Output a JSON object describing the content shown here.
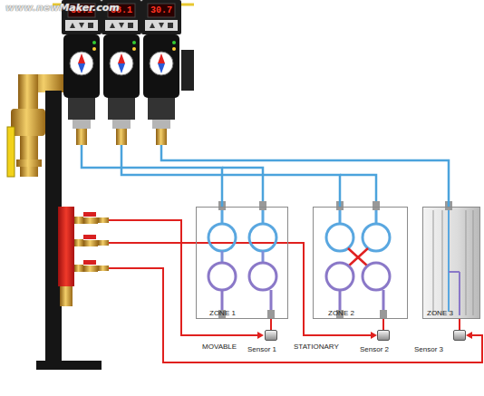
{
  "diagram": {
    "nodes": [
      {
        "text": [
          "30.1"
        ]
      },
      {
        "text": [
          "58.1"
        ]
      },
      {
        "text": [
          "30.7"
        ]
      },
      {
        "text": [
          "ZONE 1",
          "MOVABLE"
        ]
      },
      {
        "text": [
          "ZONE 2",
          "STATIONARY"
        ]
      },
      {
        "text": [
          "ZONE 3"
        ]
      },
      {
        "text": [
          "Sensor 1"
        ]
      },
      {
        "text": [
          "Sensor 2"
        ]
      },
      {
        "text": [
          "Sensor 3"
        ]
      }
    ],
    "edges": [
      {
        "from": 0,
        "to": 3,
        "arrow": "none"
      },
      {
        "from": 1,
        "to": 4,
        "arrow": "none"
      },
      {
        "from": 2,
        "to": 5,
        "arrow": "none"
      },
      {
        "from": 3,
        "to": 6,
        "arrow": "none"
      },
      {
        "from": 4,
        "to": 7,
        "arrow": "none"
      },
      {
        "from": 5,
        "to": 8,
        "arrow": "none"
      }
    ],
    "labels": [
      "www.newMaker.com"
    ]
  }
}
